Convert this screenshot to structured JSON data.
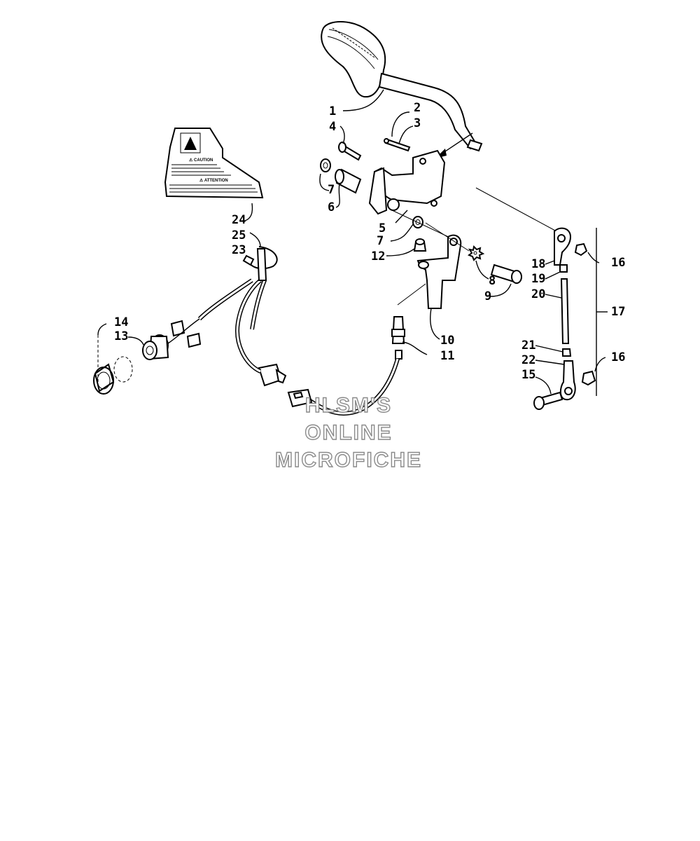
{
  "labels": {
    "l1": "1",
    "l2": "2",
    "l3": "3",
    "l4": "4",
    "l5": "5",
    "l6": "6",
    "l7a": "7",
    "l7b": "7",
    "l8": "8",
    "l9": "9",
    "l10": "10",
    "l11": "11",
    "l12": "12",
    "l13": "13",
    "l14": "14",
    "l15": "15",
    "l16a": "16",
    "l16b": "16",
    "l17": "17",
    "l18": "18",
    "l19": "19",
    "l20": "20",
    "l21": "21",
    "l22": "22",
    "l23": "23",
    "l24": "24",
    "l25": "25"
  },
  "decal": {
    "caution": "⚠ CAUTION",
    "attention": "⚠ ATTENTION"
  },
  "watermark": {
    "line1": "HLSM'S",
    "line2": "ONLINE",
    "line3": "MICROFICHE"
  }
}
